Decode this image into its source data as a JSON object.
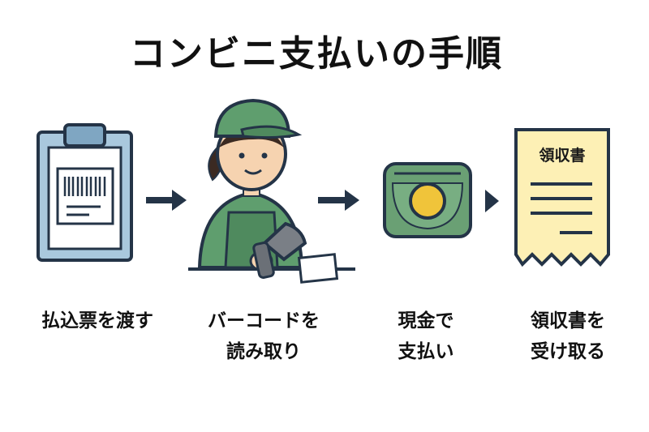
{
  "title": "コンビニ支払いの手順",
  "steps": [
    {
      "line1": "払込票を渡す",
      "line2": ""
    },
    {
      "line1": "バーコードを",
      "line2": "読み取り"
    },
    {
      "line1": "現金で",
      "line2": "支払い"
    },
    {
      "line1": "領収書を",
      "line2": "受け取る"
    }
  ],
  "receipt_heading": "領収書",
  "icons": [
    "clipboard-icon",
    "barcode-icon",
    "clerk-illustration",
    "scanner-icon",
    "cash-icon",
    "coin-icon",
    "receipt-icon",
    "arrow-right-icon"
  ],
  "colors": {
    "outline": "#243447",
    "clipboard_fill": "#a9c8dd",
    "clerk_green": "#5f9e6e",
    "cash_green": "#6aa074",
    "coin_yellow": "#f0c43a",
    "receipt_fill": "#fdf0b5"
  }
}
